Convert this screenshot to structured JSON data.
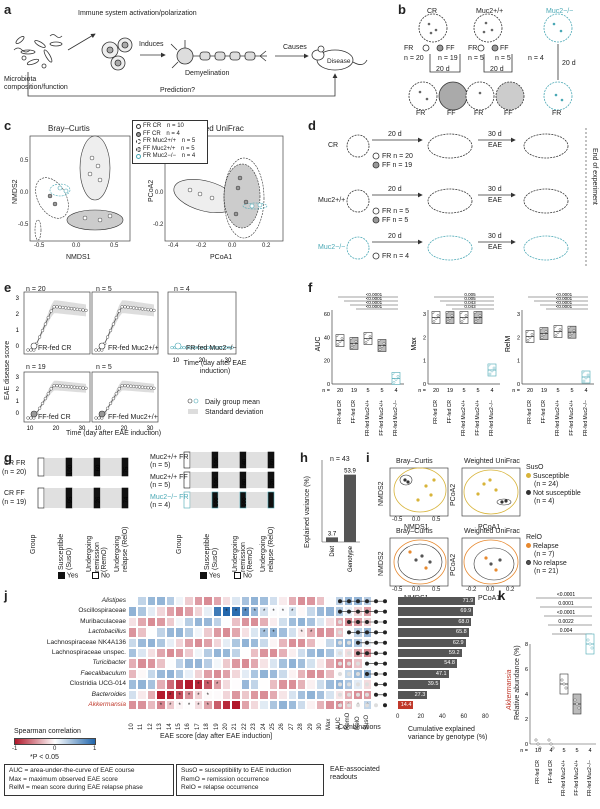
{
  "panel_letters": {
    "a": "a",
    "b": "b",
    "c": "c",
    "d": "d",
    "e": "e",
    "f": "f",
    "g": "g",
    "h": "h",
    "i": "i",
    "j": "j",
    "k": "k"
  },
  "a": {
    "immune": "Immune system activation/polarization",
    "induces": "Induces",
    "demyelination": "Demyelination",
    "causes": "Causes",
    "disease": "Disease",
    "microbiota": "Microbiota composition/function",
    "prediction": "Prediction?"
  },
  "b": {
    "cr": "CR",
    "muc_wt": "Muc2+/+",
    "muc_ko": "Muc2−/−",
    "fr": "FR",
    "ff": "FF",
    "n_cr": "n = 20",
    "n_cr2": "n = 19",
    "n_wt": "n = 5",
    "n_wt2": "n = 5",
    "n_ko": "n = 4",
    "d20": "20 d"
  },
  "c": {
    "title_left": "Bray–Curtis",
    "title_right": "Weighted UniFrac",
    "ylabel_left": "NMDS2",
    "xlabel_left": "NMDS1",
    "ylabel_right": "PCoA2",
    "xlabel_right": "PCoA1",
    "legend": [
      {
        "label": "FR CR",
        "n": "n = 10"
      },
      {
        "label": "FF CR",
        "n": "n = 4"
      },
      {
        "label": "FR Muc2+/+",
        "n": "n = 5"
      },
      {
        "label": "FF Muc2+/+",
        "n": "n = 5"
      },
      {
        "label": "FR Muc2−/−",
        "n": "n = 4"
      }
    ],
    "xticks_left": [
      "-0.5",
      "0.0",
      "0.5"
    ],
    "yticks_left": [
      "0.5",
      "0.0",
      "-0.5"
    ],
    "xticks_right": [
      "-0.4",
      "-0.2",
      "0.0",
      "0.2"
    ],
    "yticks_right": [
      "0.2",
      "0.0",
      "-0.2"
    ]
  },
  "d": {
    "cr": "CR",
    "muc_wt": "Muc2+/+",
    "muc_ko": "Muc2−/−",
    "d20": "20 d",
    "d30": "30 d",
    "eae": "EAE",
    "fr_n_cr": "FR n = 20",
    "ff_n_cr": "FF n = 19",
    "fr_n_wt": "FR n = 5",
    "ff_n_wt": "FF n = 5",
    "fr_n_ko": "FR n = 4",
    "end": "End of experiment"
  },
  "e": {
    "ylabel": "EAE disease score",
    "xlabel": "Time (day after EAE induction)",
    "time_label": "Time (day after EAE induction)",
    "panels": [
      {
        "n": "n = 20",
        "label": "FR-fed CR"
      },
      {
        "n": "n = 5",
        "label": "FR-fed Muc2+/+"
      },
      {
        "n": "n = 4",
        "label": "FR-fed Muc2−/−"
      },
      {
        "n": "n = 19",
        "label": "FF-fed CR"
      },
      {
        "n": "n = 5",
        "label": "FF-fed Muc2+/+"
      }
    ],
    "yticks": [
      "3",
      "2",
      "1",
      "0"
    ],
    "xticks": [
      "10",
      "20",
      "30"
    ],
    "legend_mean": "Daily group mean",
    "legend_sd": "Standard deviation"
  },
  "f": {
    "panels": [
      {
        "ylabel": "AUC",
        "yticks": [
          "60",
          "40",
          "20",
          "0"
        ],
        "pvals": [
          "<0.0001",
          "<0.0001",
          "<0.0001",
          "<0.0001"
        ]
      },
      {
        "ylabel": "Max",
        "yticks": [
          "3",
          "2",
          "1",
          "0"
        ],
        "pvals": [
          "0.005",
          "0.005",
          "0.043",
          "0.043"
        ]
      },
      {
        "ylabel": "RelM",
        "yticks": [
          "3",
          "2",
          "1",
          "0"
        ],
        "pvals": [
          "<0.0001",
          "<0.0001",
          "<0.0001",
          "<0.0001"
        ]
      }
    ],
    "n_label": "n =",
    "ns": [
      "20",
      "19",
      "5",
      "5",
      "4"
    ],
    "groups": [
      "FR-fed CR",
      "FF-fed CR",
      "FR-fed Muc2+/+",
      "FF-fed Muc2+/+",
      "FR-fed Muc2−/−"
    ]
  },
  "g": {
    "left_groups": [
      {
        "label": "CR FR",
        "n": "(n = 20)"
      },
      {
        "label": "CR FF",
        "n": "(n = 19)"
      }
    ],
    "right_groups": [
      {
        "label": "Muc2+/+ FR",
        "n": "(n = 5)"
      },
      {
        "label": "Muc2+/+ FF",
        "n": "(n = 5)"
      },
      {
        "label": "Muc2−/− FR",
        "n": "(n = 4)"
      }
    ],
    "cols": [
      "Group",
      "Susceptible (SusO)",
      "Undergoing remission (RemO)",
      "Undergoing relapse (RelO)"
    ],
    "left_values": [
      "100",
      "60",
      "75",
      "95",
      "26",
      "74"
    ],
    "right_values": [
      "100",
      "40",
      "60",
      "100",
      "80",
      "20",
      "100",
      "100"
    ],
    "yes": "Yes",
    "no": "No"
  },
  "h": {
    "n": "n = 43",
    "ylabel": "Explained variance (%)",
    "bars": [
      {
        "name": "Diet",
        "value": 3.7
      },
      {
        "name": "Genotype",
        "value": 53.9
      }
    ]
  },
  "i": {
    "title_left": "Bray–Curtis",
    "title_right": "Weighted UniFrac",
    "nmds1": "NMDS1",
    "nmds2": "NMDS2",
    "pcoa1": "PCoA1",
    "pcoa2": "PCoA2",
    "suso": "SusO",
    "susceptible": "Susceptible",
    "susc_n": "(n = 24)",
    "not_susceptible": "Not susceptible",
    "nsusc_n": "(n = 4)",
    "relo": "RelO",
    "relapse": "Relapse",
    "rel_n": "(n = 7)",
    "no_relapse": "No relapse",
    "nrel_n": "(n = 21)",
    "xticks": [
      "-0.5",
      "0.0",
      "0.5"
    ],
    "xticks_r": [
      "-0.2",
      "0.0",
      "0.2"
    ]
  },
  "j": {
    "taxa": [
      "Alistipes",
      "Oscillospiraceae",
      "Muribaculaceae",
      "Lactobacillus",
      "Lachnospiraceae NK4A136",
      "Lachnospiraceae unspec.",
      "Turicibacter",
      "Faecalibaculum",
      "Clostridia UCG-014",
      "Bacteroides",
      "Akkermansia"
    ],
    "days": [
      "10",
      "11",
      "12",
      "13",
      "14",
      "15",
      "16",
      "17",
      "18",
      "19",
      "20",
      "21",
      "22",
      "23",
      "24",
      "25",
      "26",
      "27",
      "28",
      "29",
      "30"
    ],
    "readouts": [
      "Max",
      "AUC",
      "RemO",
      "RelO",
      "SusO"
    ],
    "xlabel": "EAE score [day after EAE induction]",
    "combinations": "Combinations",
    "cum_label": "Cumulative explained variance by genotype (%)",
    "cum_values": [
      71.9,
      69.9,
      68.0,
      65.8,
      62.9,
      59.2,
      54.8,
      47.1,
      39.5,
      27.3,
      14.4
    ],
    "cum_ticks": [
      "0",
      "20",
      "40",
      "60",
      "80"
    ],
    "legend_title": "Spearman correlation",
    "legend_ticks": [
      "-1",
      "0",
      "1"
    ],
    "sig": "*P < 0.05",
    "eae_readouts": "EAE-associated readouts"
  },
  "footnote_left": [
    "AUC = area-under-the-curve of EAE course",
    "Max = maximum observed EAE score",
    "RelM = mean score during EAE relapse phase"
  ],
  "footnote_right": [
    "SusO = susceptibility to EAE induction",
    "RemO = remission occurrence",
    "RelO = relapse occurrence"
  ],
  "k": {
    "ylabel": "Relative abundance (%)",
    "taxon": "Akkermansia",
    "yticks": [
      "8",
      "6",
      "4",
      "2",
      "0"
    ],
    "pvals": [
      "<0.0001",
      "0.0001",
      "<0.0001",
      "0.0022",
      "0.004"
    ],
    "n_label": "n =",
    "ns": [
      "10",
      "4",
      "5",
      "5",
      "4"
    ],
    "groups": [
      "FR-fed CR",
      "FF-fed CR",
      "FR-fed Muc2+/+",
      "FF-fed Muc2+/+",
      "FR-fed Muc2−/−"
    ]
  },
  "colors": {
    "teal": "#4aa8b5",
    "orange": "#e7892f",
    "gold": "#d8b43a",
    "red": "#c0392b",
    "blue": "#3c5fa8",
    "grey": "#888888"
  }
}
